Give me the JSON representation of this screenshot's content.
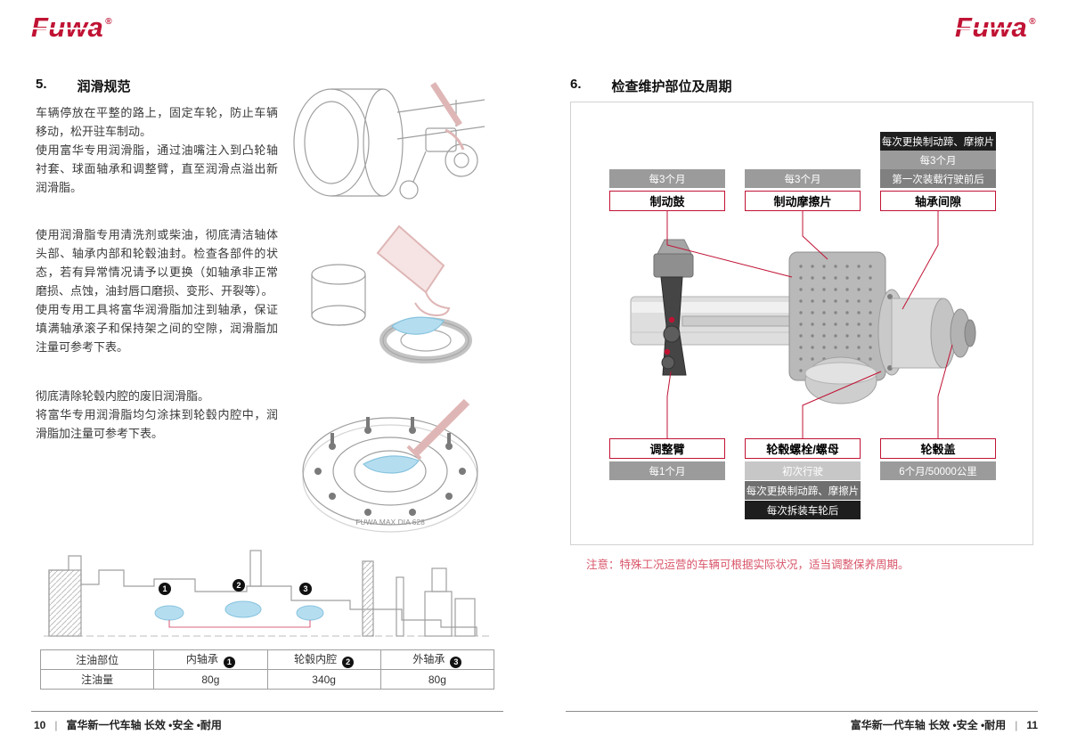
{
  "brand": {
    "name": "Fuwa",
    "registered": "®",
    "red": "#c01334"
  },
  "left": {
    "section_no": "5.",
    "section_title": "润滑规范",
    "block1": [
      "车辆停放在平整的路上，固定车轮，防止车辆移动，松开驻车制动。",
      "使用富华专用润滑脂，通过油嘴注入到凸轮轴衬套、球面轴承和调整臂，直至润滑点溢出新润滑脂。"
    ],
    "block2": [
      "使用润滑脂专用清洗剂或柴油，彻底清洁轴体头部、轴承内部和轮毂油封。检查各部件的状态，若有异常情况请予以更换（如轴承非正常磨损、点蚀，油封唇口磨损、变形、开裂等）。",
      "使用专用工具将富华润滑脂加注到轴承，保证填满轴承滚子和保持架之间的空隙，润滑脂加注量可参考下表。"
    ],
    "block3": [
      "彻底清除轮毂内腔的废旧润滑脂。",
      "将富华专用润滑脂均匀涂抹到轮毂内腔中，润滑脂加注量可参考下表。"
    ],
    "hub_marking": "FUWA  MAX DIA 628",
    "diagram_markers": [
      "1",
      "2",
      "3"
    ],
    "table": {
      "header": [
        "注油部位",
        "内轴承",
        "轮毂内腔",
        "外轴承"
      ],
      "markers": [
        "1",
        "2",
        "3"
      ],
      "row_label": "注油量",
      "values": [
        "80g",
        "340g",
        "80g"
      ]
    },
    "footer": {
      "page": "10",
      "divider": "|",
      "text": "富华新一代车轴 长效 •安全 •耐用"
    }
  },
  "right": {
    "section_no": "6.",
    "section_title": "检查维护部位及周期",
    "callouts": {
      "brake_drum": {
        "label": "制动鼓",
        "interval": "每3个月"
      },
      "brake_pad": {
        "label": "制动摩擦片",
        "interval": "每3个月"
      },
      "bearing_clearance": {
        "label": "轴承间隙",
        "interval1": "每次更换制动蹄、摩擦片",
        "interval2": "每3个月",
        "interval3": "第一次装载行驶前后"
      },
      "adjuster_arm": {
        "label": "调整臂",
        "interval": "每1个月"
      },
      "hub_bolts": {
        "label": "轮毂螺栓/螺母",
        "interval1": "初次行驶",
        "interval2": "每次更换制动蹄、摩擦片",
        "interval3": "每次拆装车轮后"
      },
      "hub_cap": {
        "label": "轮毂盖",
        "interval": "6个月/50000公里"
      }
    },
    "note": "注意：特殊工况运营的车辆可根据实际状况，适当调整保养周期。",
    "footer": {
      "text": "富华新一代车轴 长效 •安全 •耐用",
      "divider": "|",
      "page": "11"
    }
  }
}
